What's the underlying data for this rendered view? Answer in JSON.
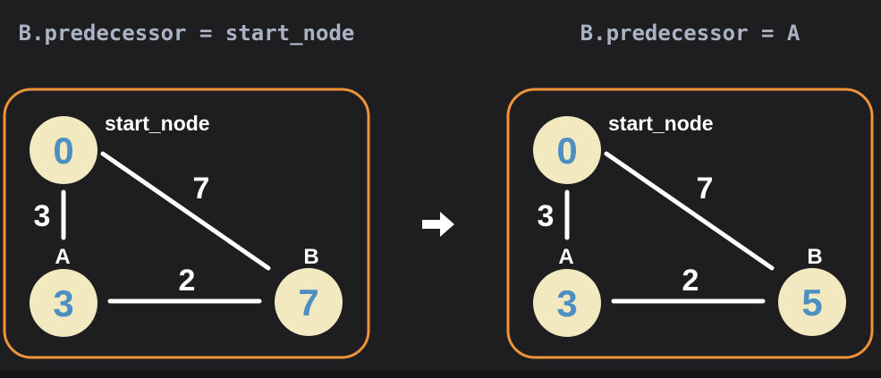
{
  "colors": {
    "background": "#1e1e20",
    "frame_orange": "#ee9338",
    "node_fill": "#f3e9c0",
    "node_value_blue": "#4d8fc2",
    "edge_white": "#ffffff",
    "caption_gray": "#a9b3c3"
  },
  "arrow_icon": "right-arrow",
  "left": {
    "title": "B.predecessor = start_node",
    "graph": {
      "nodes": [
        {
          "id": "start_node",
          "label": "start_node",
          "value": "0"
        },
        {
          "id": "A",
          "label": "A",
          "value": "3"
        },
        {
          "id": "B",
          "label": "B",
          "value": "7"
        }
      ],
      "edges": [
        {
          "from": "start_node",
          "to": "A",
          "weight": "3"
        },
        {
          "from": "start_node",
          "to": "B",
          "weight": "7"
        },
        {
          "from": "A",
          "to": "B",
          "weight": "2"
        }
      ]
    }
  },
  "right": {
    "title": "B.predecessor = A",
    "graph": {
      "nodes": [
        {
          "id": "start_node",
          "label": "start_node",
          "value": "0"
        },
        {
          "id": "A",
          "label": "A",
          "value": "3"
        },
        {
          "id": "B",
          "label": "B",
          "value": "5"
        }
      ],
      "edges": [
        {
          "from": "start_node",
          "to": "A",
          "weight": "3"
        },
        {
          "from": "start_node",
          "to": "B",
          "weight": "7"
        },
        {
          "from": "A",
          "to": "B",
          "weight": "2"
        }
      ]
    }
  }
}
